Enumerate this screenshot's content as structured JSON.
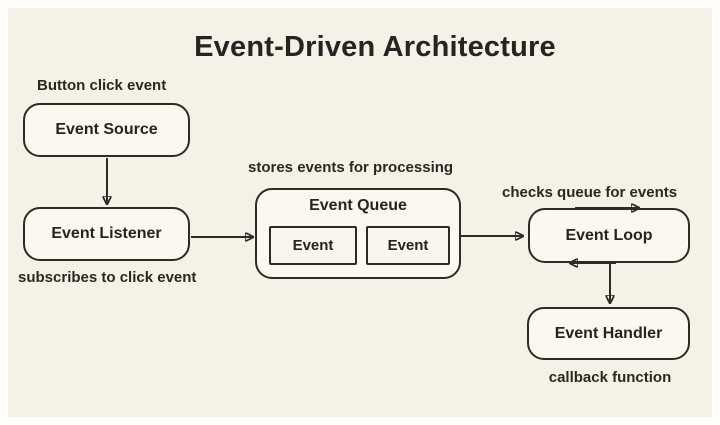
{
  "title": "Event-Driven Architecture",
  "colors": {
    "page_background": "#fffefa",
    "canvas_background": "#f6f1e6",
    "node_fill": "#fbf8f0",
    "line_and_border": "#2e2a26",
    "text": "#272320"
  },
  "nodes": {
    "event_source": {
      "label": "Event Source",
      "annotation": "Button click event"
    },
    "event_listener": {
      "label": "Event Listener",
      "annotation": "subscribes to click event"
    },
    "event_queue": {
      "label": "Event Queue",
      "annotation": "stores events for processing",
      "items": [
        "Event",
        "Event"
      ]
    },
    "event_loop": {
      "label": "Event Loop",
      "annotation": "checks queue for events"
    },
    "event_handler": {
      "label": "Event Handler",
      "annotation": "callback function"
    }
  },
  "edges": [
    {
      "from": "event_source",
      "to": "event_listener",
      "direction": "down"
    },
    {
      "from": "event_listener",
      "to": "event_queue",
      "direction": "right"
    },
    {
      "from": "event_queue",
      "to": "event_loop",
      "direction": "right"
    },
    {
      "from": "event_loop",
      "to": "event_queue",
      "direction": "loop-cycle"
    },
    {
      "from": "event_loop",
      "to": "event_handler",
      "direction": "down"
    }
  ]
}
